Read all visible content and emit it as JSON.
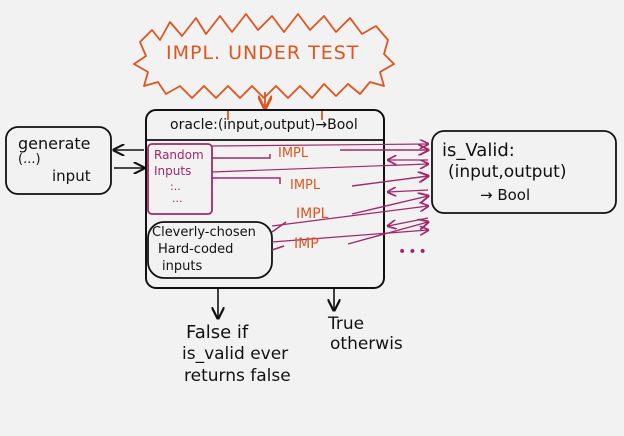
{
  "impl_cloud": {
    "label": "IMPL. UNDER TEST"
  },
  "oracle": {
    "signature": "oracle:(input,output)→Bool",
    "random_inputs": [
      "Random",
      "Inputs",
      ":..",
      "..."
    ],
    "hardcoded_inputs": [
      "Cleverly-chosen",
      "Hard-coded",
      "inputs"
    ],
    "impl_labels": [
      "IMPL",
      "IMPL",
      "IMPL",
      "IMP"
    ],
    "more_dots": "•••"
  },
  "generate": {
    "title": "generate",
    "line2": "(...)",
    "line3": "input"
  },
  "is_valid": {
    "line1": "is_Valid:",
    "line2": "(input,output)",
    "line3": "→ Bool"
  },
  "outcomes": {
    "false_case": [
      "False if",
      "is_valid ever",
      "returns false"
    ],
    "true_case": [
      "True",
      "otherwis"
    ]
  },
  "colors": {
    "ink": "#111111",
    "orange": "#e0541e",
    "purple": "#a3286a"
  }
}
